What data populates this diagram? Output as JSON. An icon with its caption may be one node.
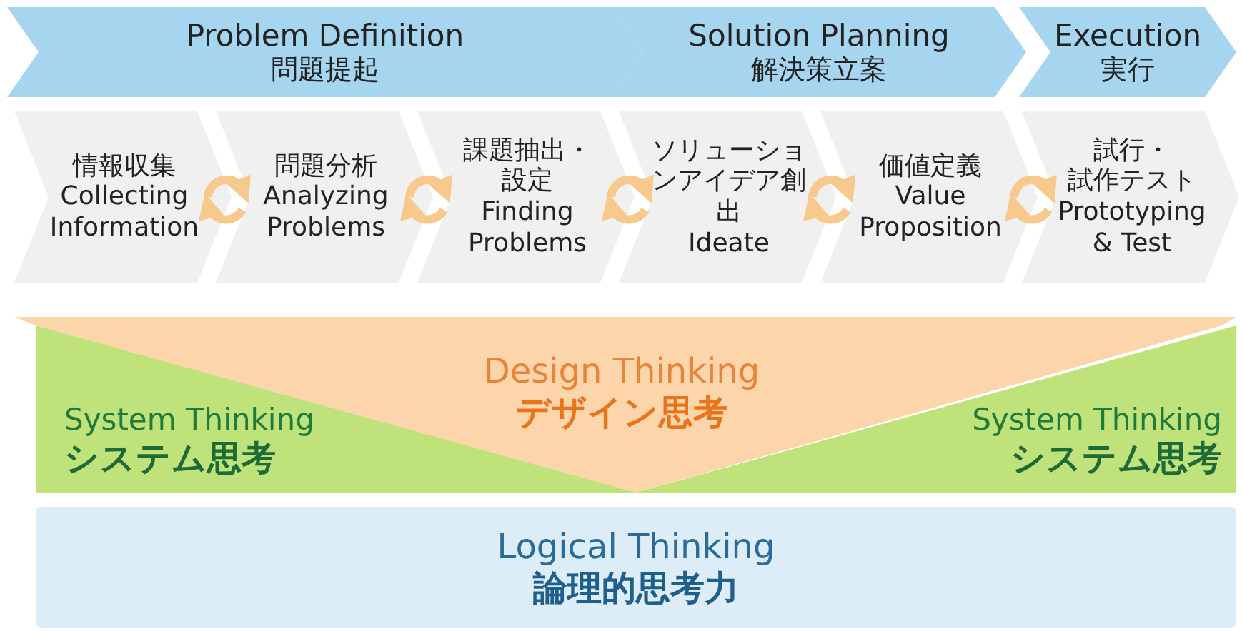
{
  "diagram": {
    "nodes": [
      {
        "text": [
          "Problem Definition",
          "問題提起"
        ]
      },
      {
        "text": [
          "Solution Planning",
          "解決策立案"
        ]
      },
      {
        "text": [
          "Execution",
          "実行"
        ]
      },
      {
        "text": [
          "情報収集",
          "Collecting Information"
        ]
      },
      {
        "text": [
          "問題分析",
          "Analyzing Problems"
        ]
      },
      {
        "text": [
          "課題抽出・設定",
          "Finding Problems"
        ]
      },
      {
        "text": [
          "ソリューションアイデア創出",
          "Ideate"
        ]
      },
      {
        "text": [
          "価値定義",
          "Value Proposition"
        ]
      },
      {
        "text": [
          "試行・試作テスト",
          "Prototyping & Test"
        ]
      },
      {
        "text": [
          "Design Thinking",
          "デザイン思考"
        ]
      },
      {
        "text": [
          "System Thinking",
          "システム思考"
        ]
      },
      {
        "text": [
          "System Thinking",
          "システム思考"
        ]
      },
      {
        "text": [
          "Logical Thinking",
          "論理的思考力"
        ]
      }
    ],
    "edges": [
      {
        "from": 3,
        "to": 4,
        "arrow": "both"
      },
      {
        "from": 4,
        "to": 5,
        "arrow": "both"
      },
      {
        "from": 5,
        "to": 6,
        "arrow": "both"
      },
      {
        "from": 6,
        "to": 7,
        "arrow": "both"
      },
      {
        "from": 7,
        "to": 8,
        "arrow": "both"
      }
    ]
  }
}
